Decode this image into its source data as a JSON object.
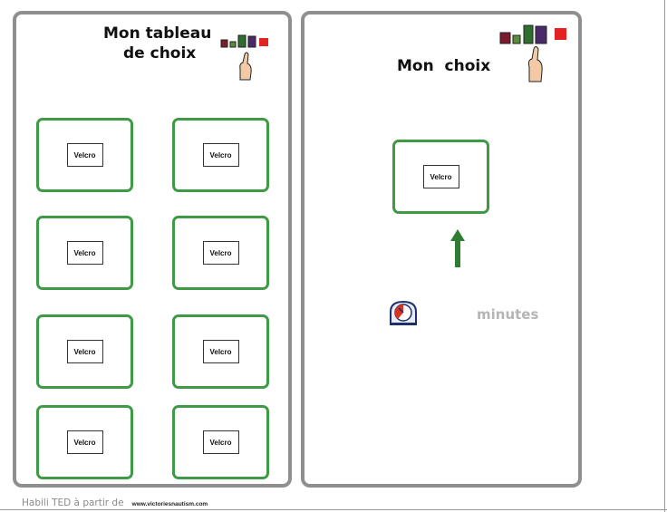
{
  "left_panel": {
    "title_line1": "Mon tableau",
    "title_line2": "de choix",
    "cards": [
      {
        "label": "Velcro"
      },
      {
        "label": "Velcro"
      },
      {
        "label": "Velcro"
      },
      {
        "label": "Velcro"
      },
      {
        "label": "Velcro"
      },
      {
        "label": "Velcro"
      },
      {
        "label": "Velcro"
      },
      {
        "label": "Velcro"
      }
    ]
  },
  "right_panel": {
    "title": "Mon  choix",
    "card": {
      "label": "Velcro"
    },
    "timer_label": "minutes"
  },
  "footer": {
    "text": "Habili TED à partir de",
    "link": "www.victoriesnautism.com"
  },
  "icons": {
    "schedule": "schedule-choice-icon",
    "arrow": "arrow-up-icon",
    "timer": "timer-icon"
  },
  "colors": {
    "card_border": "#3f9a45",
    "panel_border": "#8f8f8f",
    "arrow": "#2e7d32"
  }
}
